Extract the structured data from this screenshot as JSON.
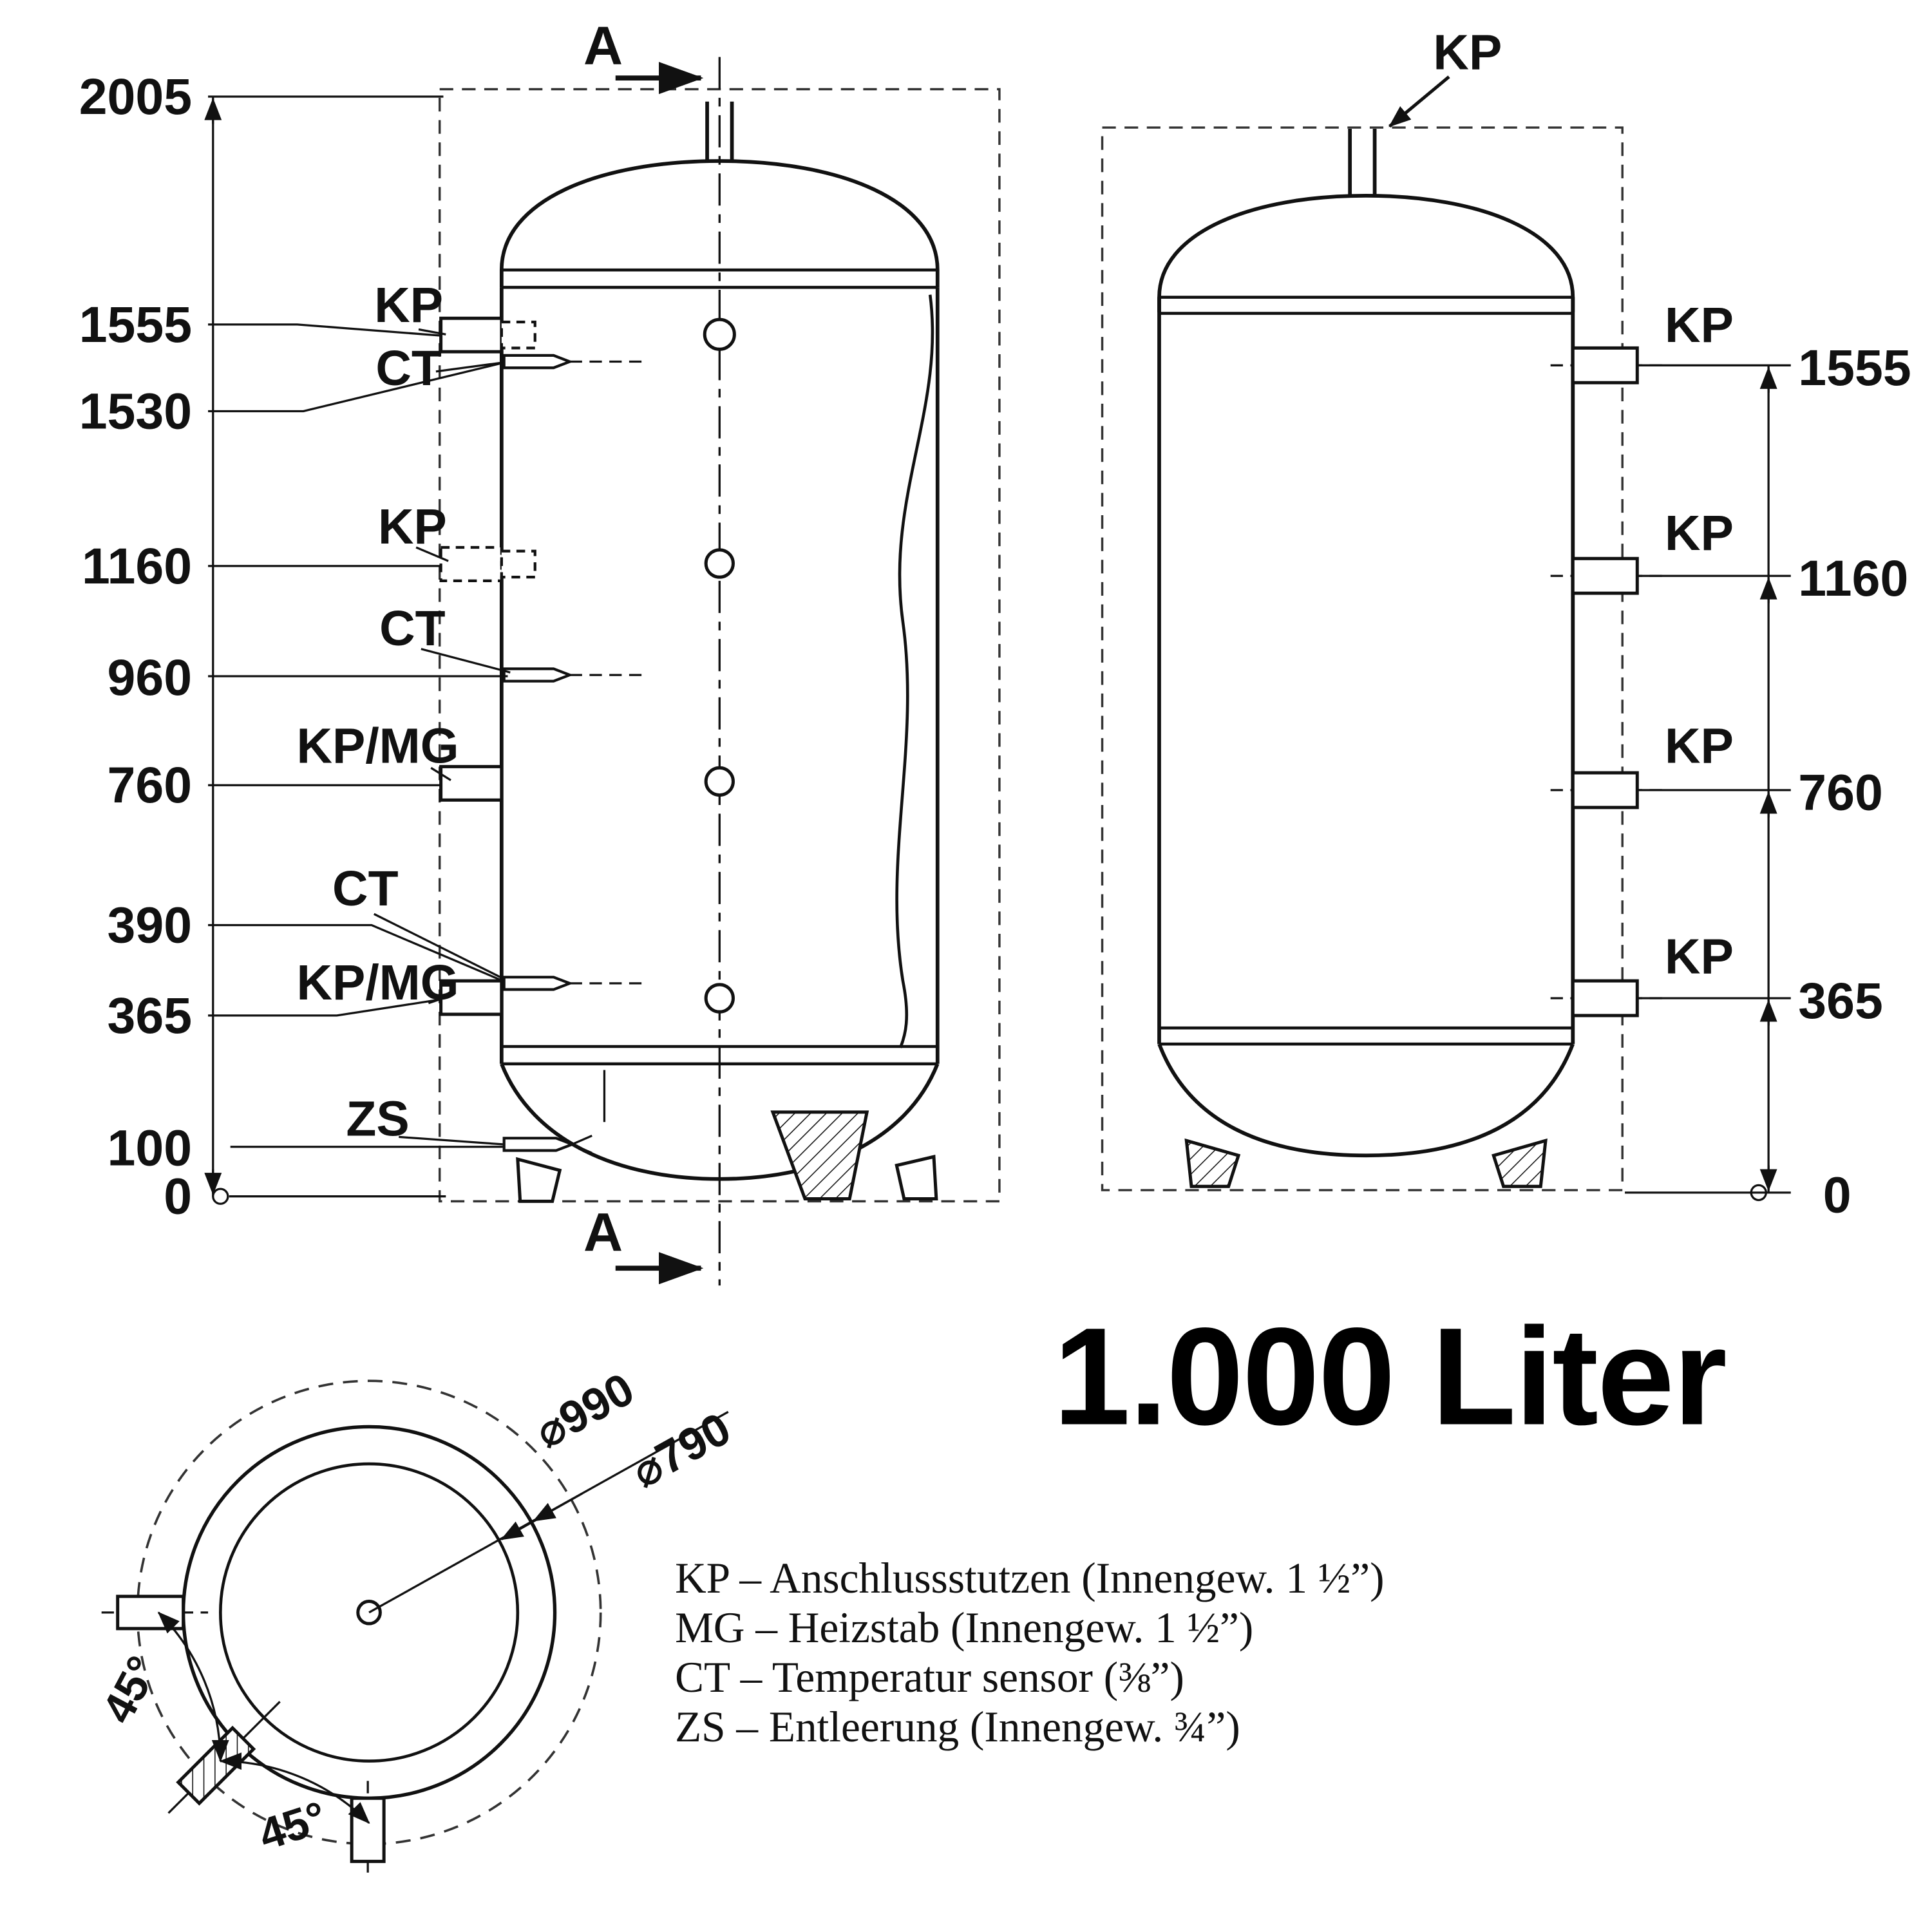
{
  "title": "1.000 Liter",
  "front_view": {
    "section_arrow": "A",
    "dims": {
      "d2005": "2005",
      "d1555": "1555",
      "d1530": "1530",
      "d1160": "1160",
      "d960": "960",
      "d760": "760",
      "d390": "390",
      "d365": "365",
      "d100": "100",
      "d0": "0"
    },
    "ports": {
      "kp_1555": "KP",
      "ct_1530": "CT",
      "kp_1160": "KP",
      "ct_960": "CT",
      "kpmg_760": "KP/MG",
      "ct_390": "CT",
      "kpmg_365": "KP/MG",
      "zs_100": "ZS"
    }
  },
  "side_view": {
    "top_port": "KP",
    "ports": {
      "p1": "KP",
      "p2": "KP",
      "p3": "KP",
      "p4": "KP"
    },
    "dims": {
      "d1555": "1555",
      "d1160": "1160",
      "d760": "760",
      "d365": "365",
      "d0": "0"
    }
  },
  "top_view": {
    "dia_outer": "⌀990",
    "dia_inner": "⌀790",
    "angle_left": "45°",
    "angle_bottom": "45°"
  },
  "legend": {
    "line1": "KP – Anschlussstutzen (Innengew. 1 ½”)",
    "line2": "MG – Heizstab (Innengew. 1 ½”)",
    "line3": "CT – Temperatur sensor (⅜”)",
    "line4": "ZS – Entleerung (Innengew. ¾”)"
  }
}
